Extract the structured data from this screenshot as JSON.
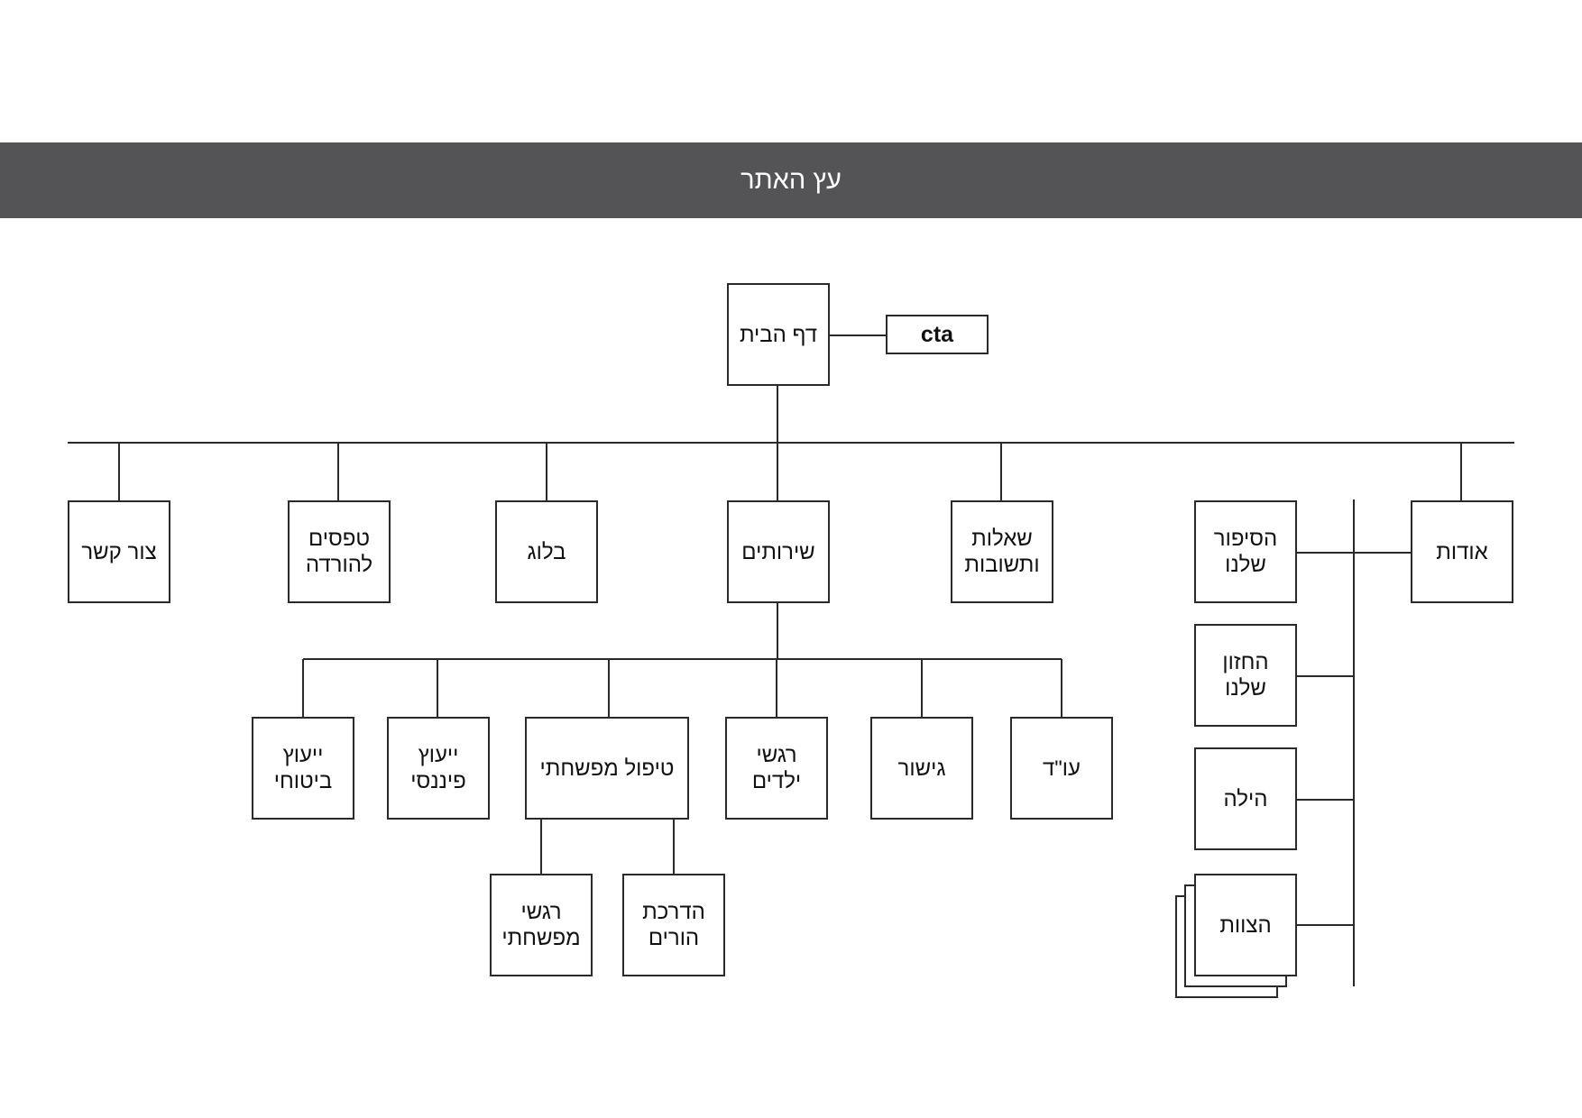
{
  "header": {
    "title": "עץ האתר"
  },
  "nodes": {
    "home": "דף הבית",
    "cta": "cta",
    "contact": "צור קשר",
    "downloads": "טפסים\nלהורדה",
    "blog": "בלוג",
    "services": "שירותים",
    "faq": "שאלות\nותשובות",
    "about": "אודות",
    "our_story": "הסיפור\nשלנו",
    "our_vision": "החזון\nשלנו",
    "hila": "הילה",
    "team": "הצוות",
    "insurance": "ייעוץ\nביטוחי",
    "financial": "ייעוץ\nפיננסי",
    "family_therapy": "טיפול מפשחתי",
    "kids_emotional": "רגשי\nילדים",
    "mediation": "גישור",
    "lawyer": "עו\"ד",
    "family_emotional": "רגשי\nמפשחתי",
    "parent_guidance": "הדרכת\nהורים"
  }
}
